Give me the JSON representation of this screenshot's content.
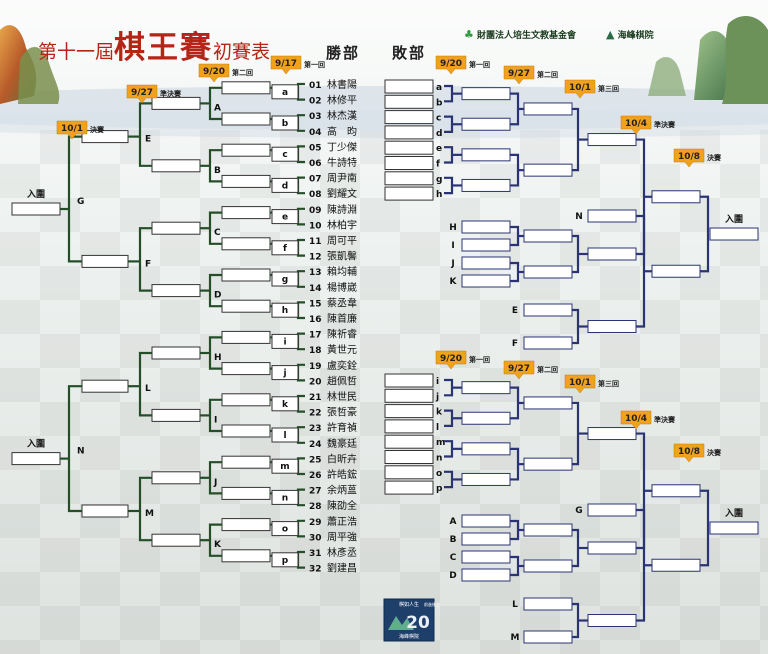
{
  "title": {
    "prefix": "第十一屆",
    "main": "棋王賽",
    "suffix": "初賽表"
  },
  "headers": {
    "winners": "勝部",
    "losers": "敗部"
  },
  "sponsors": [
    {
      "name": "財團法人培生文教基金會",
      "icon": "clover-icon"
    },
    {
      "name": "海峰棋院",
      "icon": "mountain-logo-icon"
    }
  ],
  "players": [
    {
      "no": "01",
      "name": "林書陽"
    },
    {
      "no": "02",
      "name": "林修平"
    },
    {
      "no": "03",
      "name": "林杰漢"
    },
    {
      "no": "04",
      "name": "高　昀"
    },
    {
      "no": "05",
      "name": "丁少傑"
    },
    {
      "no": "06",
      "name": "牛詩特"
    },
    {
      "no": "07",
      "name": "周尹南"
    },
    {
      "no": "08",
      "name": "劉耀文"
    },
    {
      "no": "09",
      "name": "陳詩淵"
    },
    {
      "no": "10",
      "name": "林柏宇"
    },
    {
      "no": "11",
      "name": "周可平"
    },
    {
      "no": "12",
      "name": "張凱馨"
    },
    {
      "no": "13",
      "name": "賴均輔"
    },
    {
      "no": "14",
      "name": "楊博崴"
    },
    {
      "no": "15",
      "name": "蔡丞韋"
    },
    {
      "no": "16",
      "name": "陳首廉"
    },
    {
      "no": "17",
      "name": "陳祈睿"
    },
    {
      "no": "18",
      "name": "黃世元"
    },
    {
      "no": "19",
      "name": "盧奕銓"
    },
    {
      "no": "20",
      "name": "趙佩哲"
    },
    {
      "no": "21",
      "name": "林世民"
    },
    {
      "no": "22",
      "name": "張哲豪"
    },
    {
      "no": "23",
      "name": "許育禎"
    },
    {
      "no": "24",
      "name": "魏豪廷"
    },
    {
      "no": "25",
      "name": "白昕卉"
    },
    {
      "no": "26",
      "name": "許皓鋐"
    },
    {
      "no": "27",
      "name": "余炳蒕"
    },
    {
      "no": "28",
      "name": "陳劭全"
    },
    {
      "no": "29",
      "name": "蕭正浩"
    },
    {
      "no": "30",
      "name": "周平強"
    },
    {
      "no": "31",
      "name": "林彥丞"
    },
    {
      "no": "32",
      "name": "劉建昌"
    }
  ],
  "r1_labels": [
    "a",
    "b",
    "c",
    "d",
    "e",
    "f",
    "g",
    "h",
    "i",
    "j",
    "k",
    "l",
    "m",
    "n",
    "o",
    "p"
  ],
  "r2_labels": [
    "A",
    "B",
    "C",
    "D",
    "H",
    "I",
    "J",
    "K"
  ],
  "r3_labels": [
    "E",
    "F",
    "L",
    "M"
  ],
  "r4_labels": [
    "G",
    "N"
  ],
  "loser_sources_top": [
    "a",
    "b",
    "c",
    "d",
    "e",
    "f",
    "g",
    "h"
  ],
  "loser_sources_bottom": [
    "i",
    "j",
    "k",
    "l",
    "m",
    "n",
    "o",
    "p"
  ],
  "loser_drop_top": [
    "H",
    "I",
    "J",
    "K"
  ],
  "loser_drop_bottom": [
    "A",
    "B",
    "C",
    "D"
  ],
  "loser_drop2_top": [
    "E",
    "F"
  ],
  "loser_drop2_bottom": [
    "L",
    "M"
  ],
  "loser_drop3_top": "N",
  "loser_drop3_bottom": "G",
  "advance_label": "入圍",
  "tags": {
    "winners": [
      {
        "date": "9/17",
        "round": "第一回"
      },
      {
        "date": "9/20",
        "round": "第二回"
      },
      {
        "date": "9/27",
        "round": "準決賽"
      },
      {
        "date": "10/1",
        "round": "決賽"
      }
    ],
    "losers": [
      {
        "date": "9/20",
        "round": "第一回"
      },
      {
        "date": "9/27",
        "round": "第二回"
      },
      {
        "date": "10/1",
        "round": "第三回"
      },
      {
        "date": "10/4",
        "round": "準決賽"
      },
      {
        "date": "10/8",
        "round": "決賽"
      }
    ]
  },
  "badge": {
    "top": "棋如人生",
    "right": "前進後退",
    "number": "20",
    "bottom": "海峰棋院"
  },
  "colors": {
    "winners_line": "#244e27",
    "losers_line": "#2b3473",
    "title": "#b62418",
    "tag": "#f1a21d"
  }
}
